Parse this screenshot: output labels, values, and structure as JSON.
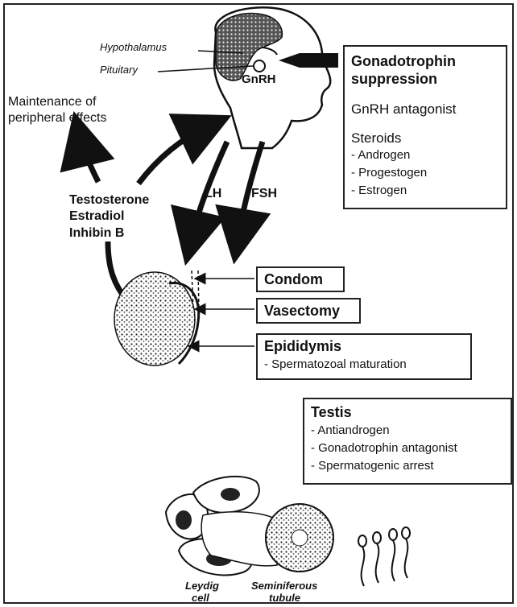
{
  "anatomy": {
    "hypothalamus": "Hypothalamus",
    "pituitary": "Pituitary",
    "gnrh": "GnRH"
  },
  "hormones": {
    "lh": "LH",
    "fsh": "FSH"
  },
  "feedback": {
    "maintenance_line1": "Maintenance of",
    "maintenance_line2": "peripheral effects",
    "testosterone": "Testosterone",
    "estradiol": "Estradiol",
    "inhibin": "Inhibin B"
  },
  "gonadotrophin_box": {
    "title_line1": "Gonadotrophin",
    "title_line2": "suppression",
    "antagonist": "GnRH antagonist",
    "steroids": "Steroids",
    "items": [
      "- Androgen",
      "- Progestogen",
      "- Estrogen"
    ]
  },
  "condom": "Condom",
  "vasectomy": "Vasectomy",
  "epididymis": {
    "title": "Epididymis",
    "item": "- Spermatozoal maturation"
  },
  "testis_box": {
    "title": "Testis",
    "items": [
      "- Antiandrogen",
      "- Gonadotrophin antagonist",
      "- Spermatogenic arrest"
    ]
  },
  "cells": {
    "leydig_line1": "Leydig",
    "leydig_line2": "cell",
    "seminiferous_line1": "Seminiferous",
    "seminiferous_line2": "tubule"
  }
}
